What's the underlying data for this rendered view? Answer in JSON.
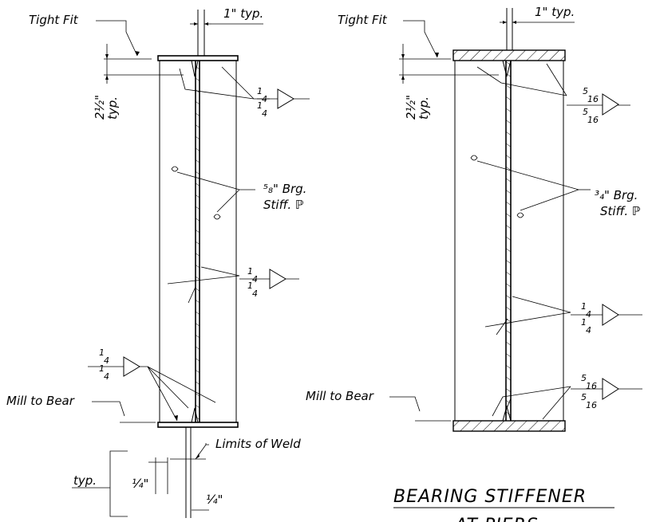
{
  "left": {
    "tight_fit": "Tight Fit",
    "typ_1in": "1\" typ.",
    "dim_2_1_2": "2½\"",
    "dim_typ": "typ.",
    "weld_top": {
      "num": "1",
      "den": "4",
      "num2": "1",
      "den2": "4"
    },
    "stiff_size": "⁵₈\" Brg.",
    "stiff_label": "Stiff. ℙ",
    "weld_mid": {
      "num": "1",
      "den": "4",
      "num2": "1",
      "den2": "4"
    },
    "weld_bot": {
      "num": "1",
      "den": "4",
      "num2": "1",
      "den2": "4"
    },
    "mill_to_bear": "Mill to Bear",
    "limits_of_weld": "Limits of Weld",
    "typ_bottom": "typ.",
    "quarter_1": "¼\"",
    "quarter_2": "¼\""
  },
  "right": {
    "tight_fit": "Tight Fit",
    "typ_1in": "1\" typ.",
    "dim_2_1_2": "2½\"",
    "dim_typ": "typ.",
    "weld_top": {
      "num": "5",
      "den": "16",
      "num2": "5",
      "den2": "16"
    },
    "stiff_size": "³₄\" Brg.",
    "stiff_label": "Stiff. ℙ",
    "weld_mid": {
      "num": "1",
      "den": "4",
      "num2": "1",
      "den2": "4"
    },
    "weld_bot": {
      "num": "5",
      "den": "16",
      "num2": "5",
      "den2": "16"
    },
    "mill_to_bear": "Mill to Bear"
  },
  "title": "BEARING STIFFENER",
  "subtitle": "AT PIERS"
}
